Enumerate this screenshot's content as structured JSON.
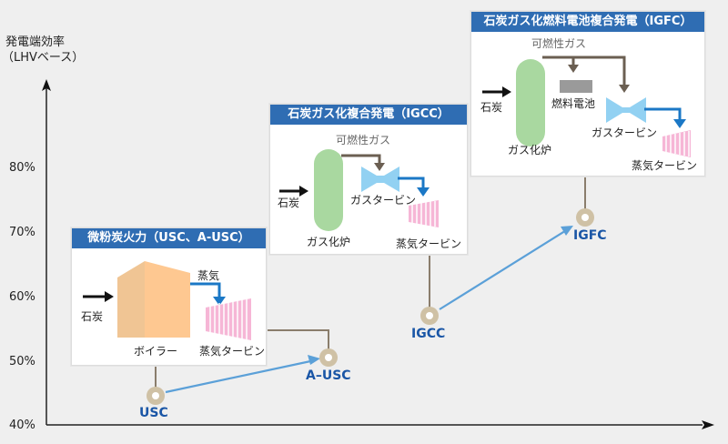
{
  "y_axis": {
    "label_line1": "発電端効率",
    "label_line2": "（LHVベース）",
    "ticks": [
      "80%",
      "70%",
      "60%",
      "50%",
      "40%"
    ]
  },
  "colors": {
    "panel_header": "#2f6db3",
    "node_label": "#1a56a6",
    "node_ring": "#cfc1a5",
    "connector": "#8a7d6c",
    "progress_arrow": "#5ba0d8",
    "steam_arrow": "#1b78c6",
    "gas_arrow": "#6b5f52",
    "boiler": "#fec891",
    "gasifier": "#a9d8a0",
    "gas_turbine": "#92d1f2",
    "steam_turbine": "#f6b6d6",
    "fuel_cell": "#9a9a9a"
  },
  "panels": {
    "usc": {
      "title": "微粉炭火力（USC、A-USC）",
      "coal": "石炭",
      "steam": "蒸気",
      "boiler": "ボイラー",
      "steam_turbine": "蒸気タービン"
    },
    "igcc": {
      "title": "石炭ガス化複合発電（IGCC）",
      "combustible_gas": "可燃性ガス",
      "coal": "石炭",
      "gas_turbine": "ガスタービン",
      "gasifier": "ガス化炉",
      "steam_turbine": "蒸気タービン"
    },
    "igfc": {
      "title": "石炭ガス化燃料電池複合発電（IGFC）",
      "combustible_gas": "可燃性ガス",
      "coal": "石炭",
      "fuel_cell": "燃料電池",
      "gas_turbine": "ガスタービン",
      "gasifier": "ガス化炉",
      "steam_turbine": "蒸気タービン"
    }
  },
  "nodes": [
    {
      "name": "USC",
      "label": "USC"
    },
    {
      "name": "A-USC",
      "label": "A–USC"
    },
    {
      "name": "IGCC",
      "label": "IGCC"
    },
    {
      "name": "IGFC",
      "label": "IGFC"
    }
  ]
}
